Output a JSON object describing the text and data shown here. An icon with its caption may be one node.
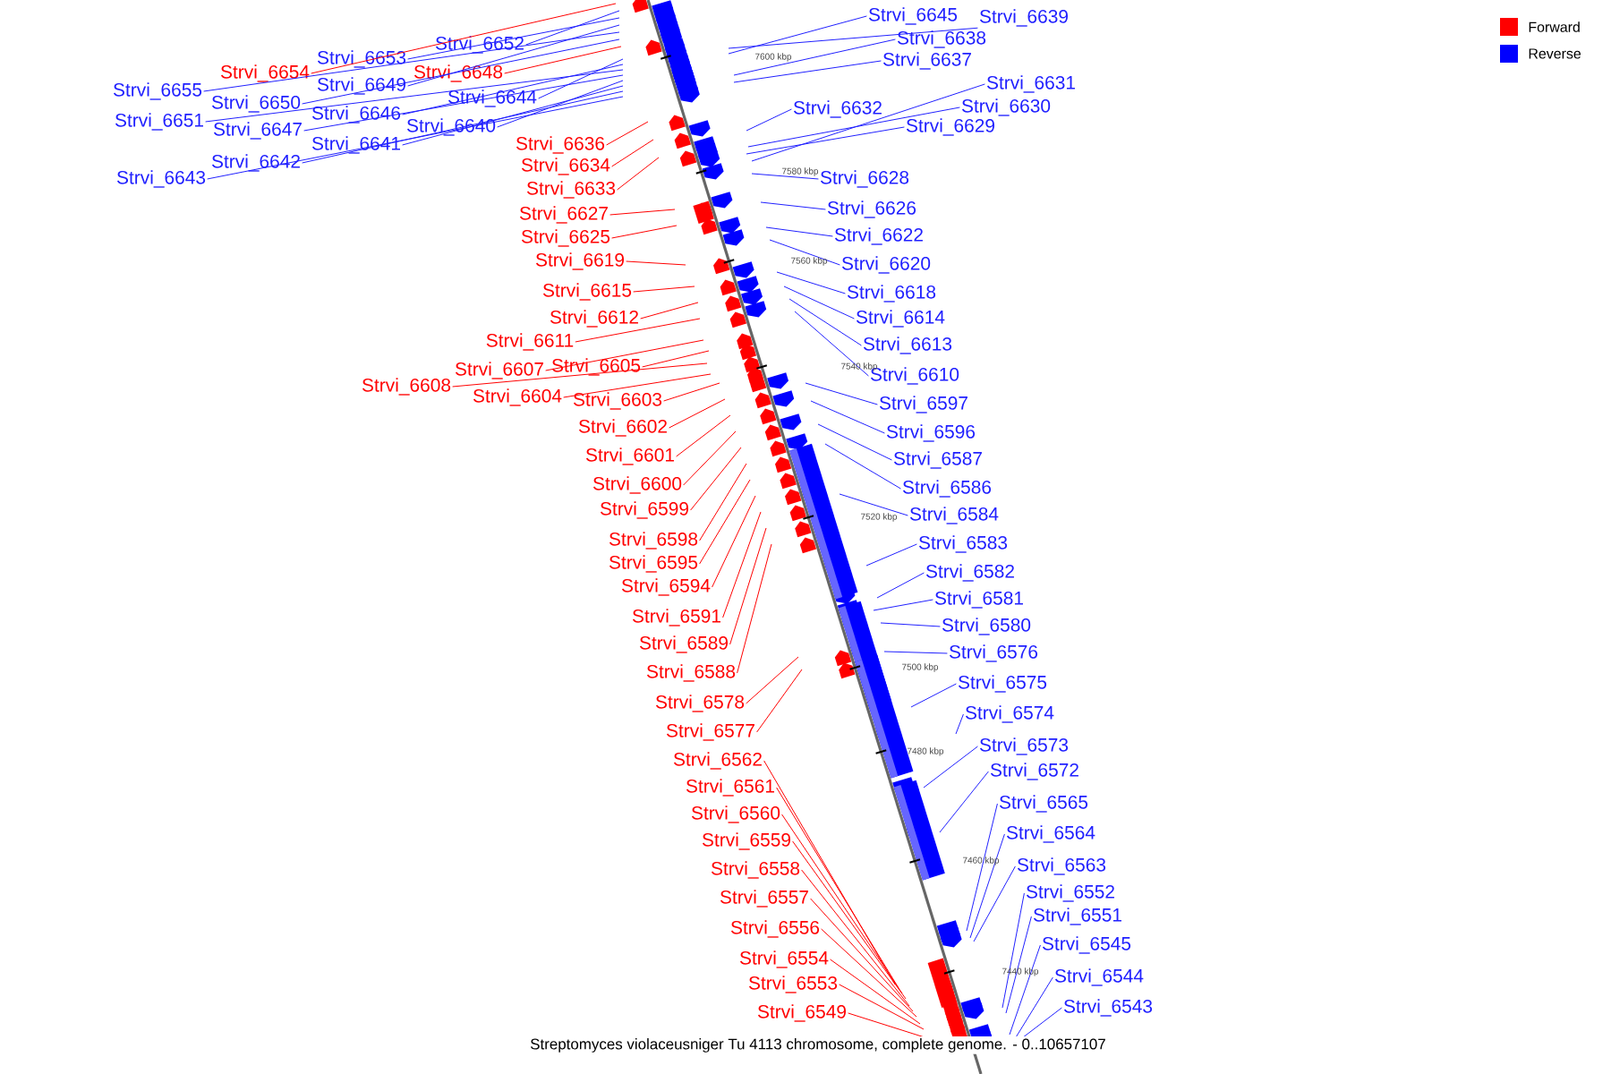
{
  "diagram": {
    "caption": "Streptomyces violaceusniger Tu 4113 chromosome, complete genome. - 0..10657107",
    "nodes": [
      {
        "text": [
          "Strvi_6653"
        ]
      },
      {
        "text": [
          "Strvi_6652"
        ]
      },
      {
        "text": [
          "Strvi_6654"
        ]
      },
      {
        "text": [
          "Strvi_6648"
        ]
      },
      {
        "text": [
          "Strvi_6649"
        ]
      },
      {
        "text": [
          "Strvi_6655"
        ]
      },
      {
        "text": [
          "Strvi_6650"
        ]
      },
      {
        "text": [
          "Strvi_6644"
        ]
      },
      {
        "text": [
          "Strvi_6646"
        ]
      },
      {
        "text": [
          "Strvi_6651"
        ]
      },
      {
        "text": [
          "Strvi_6647"
        ]
      },
      {
        "text": [
          "Strvi_6640"
        ]
      },
      {
        "text": [
          "Strvi_6641"
        ]
      },
      {
        "text": [
          "Strvi_6642"
        ]
      },
      {
        "text": [
          "Strvi_6643"
        ]
      },
      {
        "text": [
          "Strvi_6636"
        ]
      },
      {
        "text": [
          "Strvi_6634"
        ]
      },
      {
        "text": [
          "Strvi_6633"
        ]
      },
      {
        "text": [
          "Strvi_6627"
        ]
      },
      {
        "text": [
          "Strvi_6625"
        ]
      },
      {
        "text": [
          "Strvi_6619"
        ]
      },
      {
        "text": [
          "Strvi_6615"
        ]
      },
      {
        "text": [
          "Strvi_6612"
        ]
      },
      {
        "text": [
          "Strvi_6611"
        ]
      },
      {
        "text": [
          "Strvi_6607"
        ]
      },
      {
        "text": [
          "Strvi_6605"
        ]
      },
      {
        "text": [
          "Strvi_6608"
        ]
      },
      {
        "text": [
          "Strvi_6604"
        ]
      },
      {
        "text": [
          "Strvi_6603"
        ]
      },
      {
        "text": [
          "Strvi_6602"
        ]
      },
      {
        "text": [
          "Strvi_6601"
        ]
      },
      {
        "text": [
          "Strvi_6600"
        ]
      },
      {
        "text": [
          "Strvi_6599"
        ]
      },
      {
        "text": [
          "Strvi_6598"
        ]
      },
      {
        "text": [
          "Strvi_6595"
        ]
      },
      {
        "text": [
          "Strvi_6594"
        ]
      },
      {
        "text": [
          "Strvi_6591"
        ]
      },
      {
        "text": [
          "Strvi_6589"
        ]
      },
      {
        "text": [
          "Strvi_6588"
        ]
      },
      {
        "text": [
          "Strvi_6578"
        ]
      },
      {
        "text": [
          "Strvi_6577"
        ]
      },
      {
        "text": [
          "Strvi_6562"
        ]
      },
      {
        "text": [
          "Strvi_6561"
        ]
      },
      {
        "text": [
          "Strvi_6560"
        ]
      },
      {
        "text": [
          "Strvi_6559"
        ]
      },
      {
        "text": [
          "Strvi_6558"
        ]
      },
      {
        "text": [
          "Strvi_6557"
        ]
      },
      {
        "text": [
          "Strvi_6556"
        ]
      },
      {
        "text": [
          "Strvi_6554"
        ]
      },
      {
        "text": [
          "Strvi_6553"
        ]
      },
      {
        "text": [
          "Strvi_6549"
        ]
      },
      {
        "text": [
          "Strvi_6645"
        ]
      },
      {
        "text": [
          "Strvi_6639"
        ]
      },
      {
        "text": [
          "Strvi_6638"
        ]
      },
      {
        "text": [
          "Strvi_6637"
        ]
      },
      {
        "text": [
          "Strvi_6632"
        ]
      },
      {
        "text": [
          "Strvi_6631"
        ]
      },
      {
        "text": [
          "Strvi_6630"
        ]
      },
      {
        "text": [
          "Strvi_6629"
        ]
      },
      {
        "text": [
          "Strvi_6628"
        ]
      },
      {
        "text": [
          "Strvi_6626"
        ]
      },
      {
        "text": [
          "Strvi_6622"
        ]
      },
      {
        "text": [
          "Strvi_6620"
        ]
      },
      {
        "text": [
          "Strvi_6618"
        ]
      },
      {
        "text": [
          "Strvi_6614"
        ]
      },
      {
        "text": [
          "Strvi_6613"
        ]
      },
      {
        "text": [
          "Strvi_6610"
        ]
      },
      {
        "text": [
          "Strvi_6597"
        ]
      },
      {
        "text": [
          "Strvi_6596"
        ]
      },
      {
        "text": [
          "Strvi_6587"
        ]
      },
      {
        "text": [
          "Strvi_6586"
        ]
      },
      {
        "text": [
          "Strvi_6584"
        ]
      },
      {
        "text": [
          "Strvi_6583"
        ]
      },
      {
        "text": [
          "Strvi_6582"
        ]
      },
      {
        "text": [
          "Strvi_6581"
        ]
      },
      {
        "text": [
          "Strvi_6580"
        ]
      },
      {
        "text": [
          "Strvi_6576"
        ]
      },
      {
        "text": [
          "Strvi_6575"
        ]
      },
      {
        "text": [
          "Strvi_6574"
        ]
      },
      {
        "text": [
          "Strvi_6573"
        ]
      },
      {
        "text": [
          "Strvi_6572"
        ]
      },
      {
        "text": [
          "Strvi_6565"
        ]
      },
      {
        "text": [
          "Strvi_6564"
        ]
      },
      {
        "text": [
          "Strvi_6563"
        ]
      },
      {
        "text": [
          "Strvi_6552"
        ]
      },
      {
        "text": [
          "Strvi_6551"
        ]
      },
      {
        "text": [
          "Strvi_6545"
        ]
      },
      {
        "text": [
          "Strvi_6544"
        ]
      },
      {
        "text": [
          "Strvi_6543"
        ]
      }
    ],
    "edges": [
      {
        "from": 0,
        "to": null,
        "arrow": "none"
      },
      {
        "from": 1,
        "to": null,
        "arrow": "none"
      },
      {
        "from": 2,
        "to": null,
        "arrow": "none",
        "color": "#ff0000"
      },
      {
        "from": 3,
        "to": null,
        "arrow": "none",
        "color": "#ff0000"
      },
      {
        "from": 4,
        "to": null,
        "arrow": "none"
      },
      {
        "from": 5,
        "to": null,
        "arrow": "none"
      },
      {
        "from": 6,
        "to": null,
        "arrow": "none"
      },
      {
        "from": 7,
        "to": null,
        "arrow": "none"
      },
      {
        "from": 8,
        "to": null,
        "arrow": "none"
      },
      {
        "from": 9,
        "to": null,
        "arrow": "none"
      },
      {
        "from": 10,
        "to": null,
        "arrow": "none"
      },
      {
        "from": 11,
        "to": null,
        "arrow": "none"
      },
      {
        "from": 12,
        "to": null,
        "arrow": "none"
      },
      {
        "from": 13,
        "to": null,
        "arrow": "none"
      },
      {
        "from": 14,
        "to": null,
        "arrow": "none"
      },
      {
        "from": 15,
        "to": null,
        "arrow": "none",
        "color": "#ff0000"
      },
      {
        "from": 16,
        "to": null,
        "arrow": "none",
        "color": "#ff0000"
      },
      {
        "from": 17,
        "to": null,
        "arrow": "none",
        "color": "#ff0000"
      },
      {
        "from": 18,
        "to": null,
        "arrow": "none",
        "color": "#ff0000"
      },
      {
        "from": 19,
        "to": null,
        "arrow": "none",
        "color": "#ff0000"
      },
      {
        "from": 20,
        "to": null,
        "arrow": "none",
        "color": "#ff0000"
      },
      {
        "from": 21,
        "to": null,
        "arrow": "none",
        "color": "#ff0000"
      },
      {
        "from": 22,
        "to": null,
        "arrow": "none",
        "color": "#ff0000"
      },
      {
        "from": 23,
        "to": null,
        "arrow": "none",
        "color": "#ff0000"
      },
      {
        "from": 24,
        "to": null,
        "arrow": "none",
        "color": "#ff0000"
      },
      {
        "from": 25,
        "to": null,
        "arrow": "none",
        "color": "#ff0000"
      },
      {
        "from": 26,
        "to": null,
        "arrow": "none",
        "color": "#ff0000"
      },
      {
        "from": 27,
        "to": null,
        "arrow": "none",
        "color": "#ff0000"
      },
      {
        "from": 28,
        "to": null,
        "arrow": "none",
        "color": "#ff0000"
      },
      {
        "from": 29,
        "to": null,
        "arrow": "none",
        "color": "#ff0000"
      },
      {
        "from": 30,
        "to": null,
        "arrow": "none",
        "color": "#ff0000"
      },
      {
        "from": 31,
        "to": null,
        "arrow": "none",
        "color": "#ff0000"
      },
      {
        "from": 32,
        "to": null,
        "arrow": "none",
        "color": "#ff0000"
      },
      {
        "from": 33,
        "to": null,
        "arrow": "none",
        "color": "#ff0000"
      },
      {
        "from": 34,
        "to": null,
        "arrow": "none",
        "color": "#ff0000"
      },
      {
        "from": 35,
        "to": null,
        "arrow": "none",
        "color": "#ff0000"
      },
      {
        "from": 36,
        "to": null,
        "arrow": "none",
        "color": "#ff0000"
      },
      {
        "from": 37,
        "to": null,
        "arrow": "none",
        "color": "#ff0000"
      },
      {
        "from": 38,
        "to": null,
        "arrow": "none",
        "color": "#ff0000"
      },
      {
        "from": 39,
        "to": null,
        "arrow": "none",
        "color": "#ff0000"
      },
      {
        "from": 40,
        "to": null,
        "arrow": "none",
        "color": "#ff0000"
      },
      {
        "from": 41,
        "to": null,
        "arrow": "none",
        "color": "#ff0000"
      },
      {
        "from": 42,
        "to": null,
        "arrow": "none",
        "color": "#ff0000"
      },
      {
        "from": 43,
        "to": null,
        "arrow": "none",
        "color": "#ff0000"
      },
      {
        "from": 44,
        "to": null,
        "arrow": "none",
        "color": "#ff0000"
      },
      {
        "from": 45,
        "to": null,
        "arrow": "none",
        "color": "#ff0000"
      },
      {
        "from": 46,
        "to": null,
        "arrow": "none",
        "color": "#ff0000"
      },
      {
        "from": 47,
        "to": null,
        "arrow": "none",
        "color": "#ff0000"
      },
      {
        "from": 48,
        "to": null,
        "arrow": "none",
        "color": "#ff0000"
      },
      {
        "from": 49,
        "to": null,
        "arrow": "none",
        "color": "#ff0000"
      },
      {
        "from": 50,
        "to": null,
        "arrow": "none",
        "color": "#ff0000"
      },
      {
        "from": 51,
        "to": null,
        "arrow": "none"
      },
      {
        "from": 52,
        "to": null,
        "arrow": "none"
      },
      {
        "from": 53,
        "to": null,
        "arrow": "none"
      },
      {
        "from": 54,
        "to": null,
        "arrow": "none"
      },
      {
        "from": 55,
        "to": null,
        "arrow": "none"
      },
      {
        "from": 56,
        "to": null,
        "arrow": "none"
      },
      {
        "from": 57,
        "to": null,
        "arrow": "none"
      },
      {
        "from": 58,
        "to": null,
        "arrow": "none"
      },
      {
        "from": 59,
        "to": null,
        "arrow": "none"
      },
      {
        "from": 60,
        "to": null,
        "arrow": "none"
      },
      {
        "from": 61,
        "to": null,
        "arrow": "none"
      },
      {
        "from": 62,
        "to": null,
        "arrow": "none"
      },
      {
        "from": 63,
        "to": null,
        "arrow": "none"
      },
      {
        "from": 64,
        "to": null,
        "arrow": "none"
      },
      {
        "from": 65,
        "to": null,
        "arrow": "none"
      },
      {
        "from": 66,
        "to": null,
        "arrow": "none"
      },
      {
        "from": 67,
        "to": null,
        "arrow": "none"
      },
      {
        "from": 68,
        "to": null,
        "arrow": "none"
      },
      {
        "from": 69,
        "to": null,
        "arrow": "none"
      },
      {
        "from": 70,
        "to": null,
        "arrow": "none"
      },
      {
        "from": 71,
        "to": null,
        "arrow": "none"
      },
      {
        "from": 72,
        "to": null,
        "arrow": "none"
      },
      {
        "from": 73,
        "to": null,
        "arrow": "none"
      },
      {
        "from": 74,
        "to": null,
        "arrow": "none"
      },
      {
        "from": 75,
        "to": null,
        "arrow": "none"
      },
      {
        "from": 76,
        "to": null,
        "arrow": "none"
      },
      {
        "from": 77,
        "to": null,
        "arrow": "none"
      },
      {
        "from": 78,
        "to": null,
        "arrow": "none"
      },
      {
        "from": 79,
        "to": null,
        "arrow": "none"
      },
      {
        "from": 80,
        "to": null,
        "arrow": "none"
      },
      {
        "from": 81,
        "to": null,
        "arrow": "none"
      },
      {
        "from": 82,
        "to": null,
        "arrow": "none"
      },
      {
        "from": 83,
        "to": null,
        "arrow": "none"
      },
      {
        "from": 84,
        "to": null,
        "arrow": "none"
      },
      {
        "from": 85,
        "to": null,
        "arrow": "none"
      },
      {
        "from": 86,
        "to": null,
        "arrow": "none"
      },
      {
        "from": 87,
        "to": null,
        "arrow": "none"
      },
      {
        "from": 88,
        "to": null,
        "arrow": "none"
      }
    ],
    "labels": [
      "7600 kbp",
      "7580 kbp",
      "7560 kbp",
      "7540 kbp",
      "7520 kbp",
      "7500 kbp",
      "7480 kbp",
      "7460 kbp",
      "7440 kbp"
    ],
    "legend": [
      {
        "text": "Forward",
        "color": "#ff0000"
      },
      {
        "text": "Reverse",
        "color": "#0000ff"
      }
    ]
  }
}
